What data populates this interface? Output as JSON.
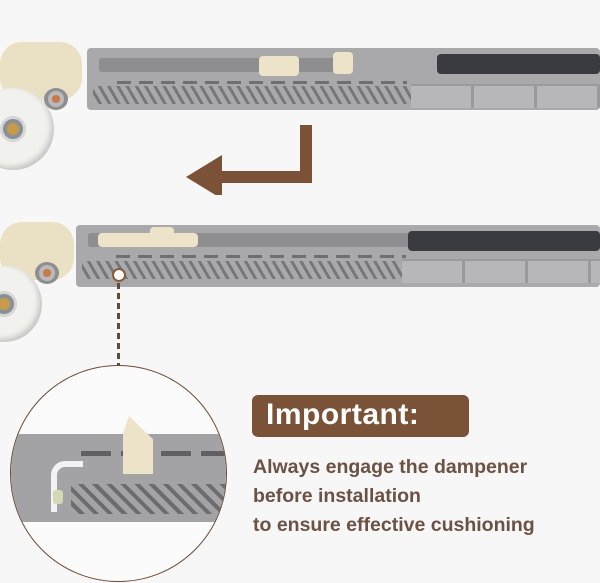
{
  "callout": {
    "title": "Important:",
    "lines": [
      "Always engage the dampener",
      "before installation",
      "to ensure effective cushioning"
    ]
  },
  "figure": {
    "top_rail": "dampener-rail-disengaged",
    "bottom_rail": "dampener-rail-engaged",
    "arrow_direction": "left",
    "magnifier": "latch-engaged-detail"
  },
  "colors": {
    "accent_brown": "#7a5238",
    "text_brown": "#6b5244",
    "rail_gray": "#a9a9ab",
    "background": "#f7f7f7"
  }
}
